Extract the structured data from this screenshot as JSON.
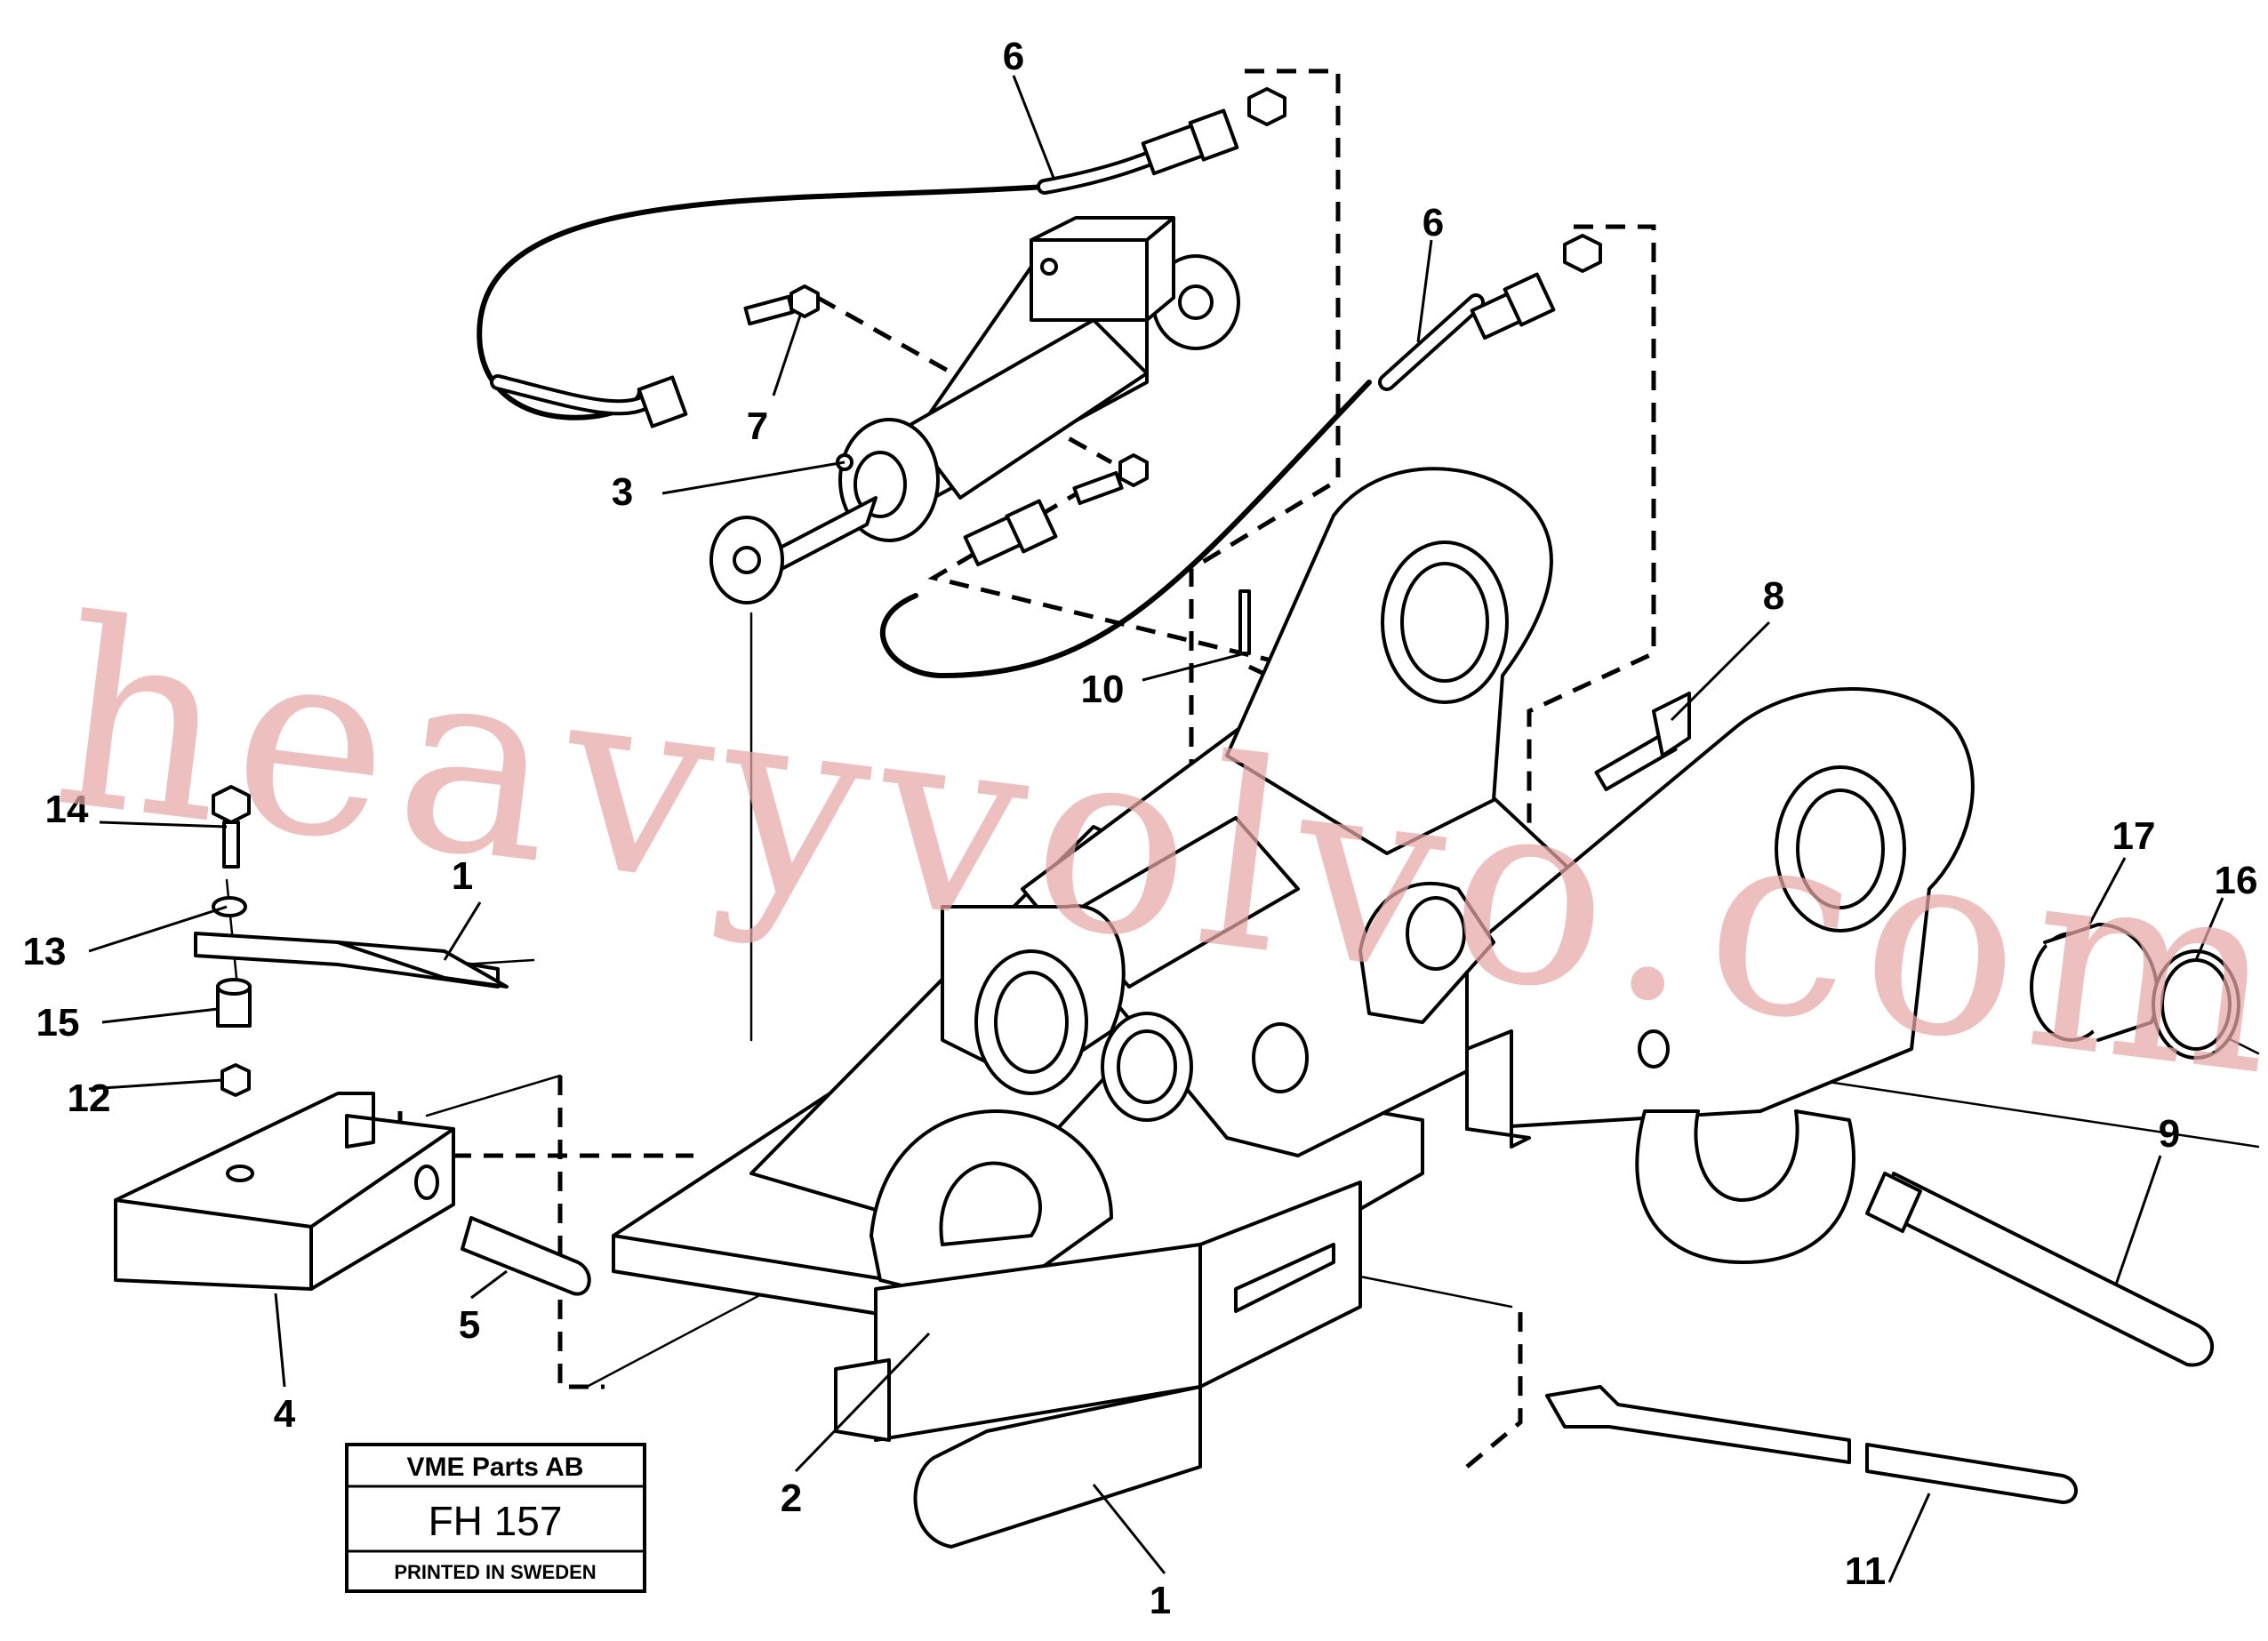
{
  "callouts": [
    {
      "id": "c1a",
      "label": "1"
    },
    {
      "id": "c1b",
      "label": "1"
    },
    {
      "id": "c2",
      "label": "2"
    },
    {
      "id": "c3",
      "label": "3"
    },
    {
      "id": "c4",
      "label": "4"
    },
    {
      "id": "c5",
      "label": "5"
    },
    {
      "id": "c6a",
      "label": "6"
    },
    {
      "id": "c6b",
      "label": "6"
    },
    {
      "id": "c7",
      "label": "7"
    },
    {
      "id": "c8",
      "label": "8"
    },
    {
      "id": "c9",
      "label": "9"
    },
    {
      "id": "c10",
      "label": "10"
    },
    {
      "id": "c11",
      "label": "11"
    },
    {
      "id": "c12",
      "label": "12"
    },
    {
      "id": "c13",
      "label": "13"
    },
    {
      "id": "c14",
      "label": "14"
    },
    {
      "id": "c15",
      "label": "15"
    },
    {
      "id": "c16",
      "label": "16"
    },
    {
      "id": "c17",
      "label": "17"
    }
  ],
  "title_block": {
    "company": "VME Parts AB",
    "code": "FH 157",
    "footer": "PRINTED IN SWEDEN"
  },
  "watermark": "heavyvolvo.com"
}
